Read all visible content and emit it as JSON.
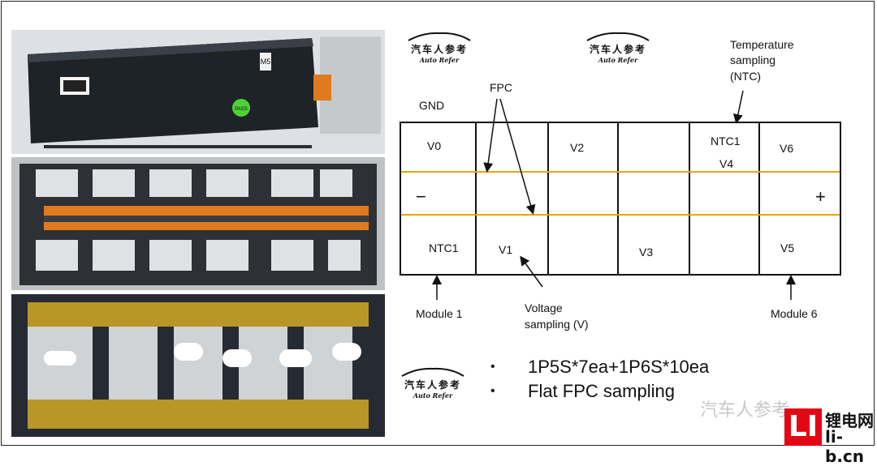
{
  "logo": {
    "cn": "汽车人参考",
    "en": "Auto Refer"
  },
  "diagram": {
    "gnd_label": "GND",
    "fpc_label": "FPC",
    "temp_label_line1": "Temperature",
    "temp_label_line2": "sampling",
    "temp_label_line3": "(NTC)",
    "cells_top": [
      "V0",
      "V2",
      "NTC1",
      "V4",
      "V6"
    ],
    "cells_bottom": [
      "NTC1",
      "V1",
      "V3",
      "V5"
    ],
    "minus_sign": "−",
    "plus_sign": "+",
    "module1_label": "Module 1",
    "module6_label": "Module 6",
    "voltage_label_line1": "Voltage",
    "voltage_label_line2": "sampling (V)"
  },
  "notes": {
    "bullet_symbol": "•",
    "items": [
      "1P5S*7ea+1P6S*10ea",
      "Flat FPC sampling"
    ]
  },
  "watermark": {
    "text": "汽车人参考",
    "brand_badge": "LI",
    "brand_line1": "锂电网",
    "brand_line2": "li-b.cn"
  },
  "photo_labels": {
    "pass_sticker": "PASS",
    "module_tag": "M5"
  },
  "colors": {
    "fpc_line": "#e6a800",
    "badge_red": "#e30613",
    "flex_orange": "#e07a1e"
  }
}
